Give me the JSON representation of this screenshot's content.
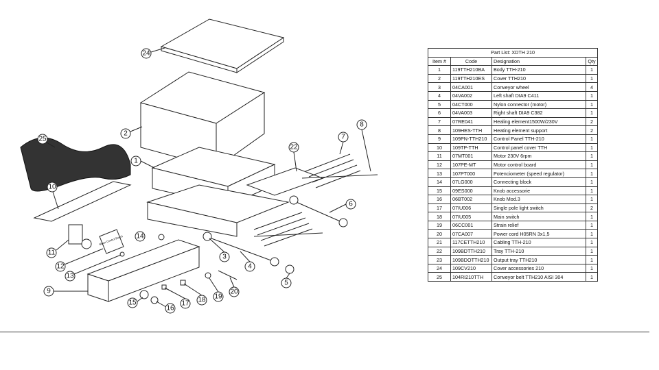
{
  "parts_table": {
    "title": "Part List: XDTH 210",
    "headers": [
      "Item #",
      "Code",
      "Designation",
      "Qty"
    ],
    "rows": [
      [
        "1",
        "119TTH210BA",
        "Body TTH-210",
        "1"
      ],
      [
        "2",
        "119TTH210ES",
        "Cover TTH210",
        "1"
      ],
      [
        "3",
        "04CA001",
        "Conveyor wheel",
        "4"
      ],
      [
        "4",
        "04VA002",
        "Left shaft DIA9 C411",
        "1"
      ],
      [
        "5",
        "04CT000",
        "Nylon connector (motor)",
        "1"
      ],
      [
        "6",
        "04VA003",
        "Right shaft DIA9 C382",
        "1"
      ],
      [
        "7",
        "07RE041",
        "Healing element1500W/230V",
        "2"
      ],
      [
        "8",
        "109HES-TTH",
        "Heating element support",
        "2"
      ],
      [
        "9",
        "109PN-TTH210",
        "Control Panel TTH-210",
        "1"
      ],
      [
        "10",
        "109TP-TTH",
        "Control panel cover TTH",
        "1"
      ],
      [
        "11",
        "07MT001",
        "Motor 230V 6rpm",
        "1"
      ],
      [
        "12",
        "107PE-MT",
        "Motor control board",
        "1"
      ],
      [
        "13",
        "107PT000",
        "Potenciometer (speed regulator)",
        "1"
      ],
      [
        "14",
        "07LG000",
        "Connecting block",
        "1"
      ],
      [
        "15",
        "09ES000",
        "Knob accessorie",
        "1"
      ],
      [
        "16",
        "06BT002",
        "Knob Mod.3",
        "1"
      ],
      [
        "17",
        "07IU006",
        "Single pole light switch",
        "2"
      ],
      [
        "18",
        "07IU005",
        "Main switch",
        "1"
      ],
      [
        "19",
        "06CC001",
        "Strain relief",
        "1"
      ],
      [
        "20",
        "07CA007",
        "Power cord H05RN 3x1,5",
        "1"
      ],
      [
        "21",
        "117CETTH210",
        "Cabling TTH-210",
        "1"
      ],
      [
        "22",
        "109BDTTH210",
        "Tray TTH-210",
        "1"
      ],
      [
        "23",
        "109BDOTTH210",
        "Output tray TTH210",
        "1"
      ],
      [
        "24",
        "109CV210",
        "Cover accessories 210",
        "1"
      ],
      [
        "25",
        "104RI210TTH",
        "Conveyor belt TTH210 AISI 304",
        "1"
      ]
    ]
  },
  "diagram": {
    "callouts": [
      "24",
      "2",
      "25",
      "8",
      "7",
      "22",
      "1",
      "10",
      "6",
      "11",
      "14",
      "3",
      "12",
      "4",
      "13",
      "5",
      "9",
      "20",
      "19",
      "18",
      "17",
      "15",
      "16"
    ],
    "board_label": "Motor Control Board"
  }
}
